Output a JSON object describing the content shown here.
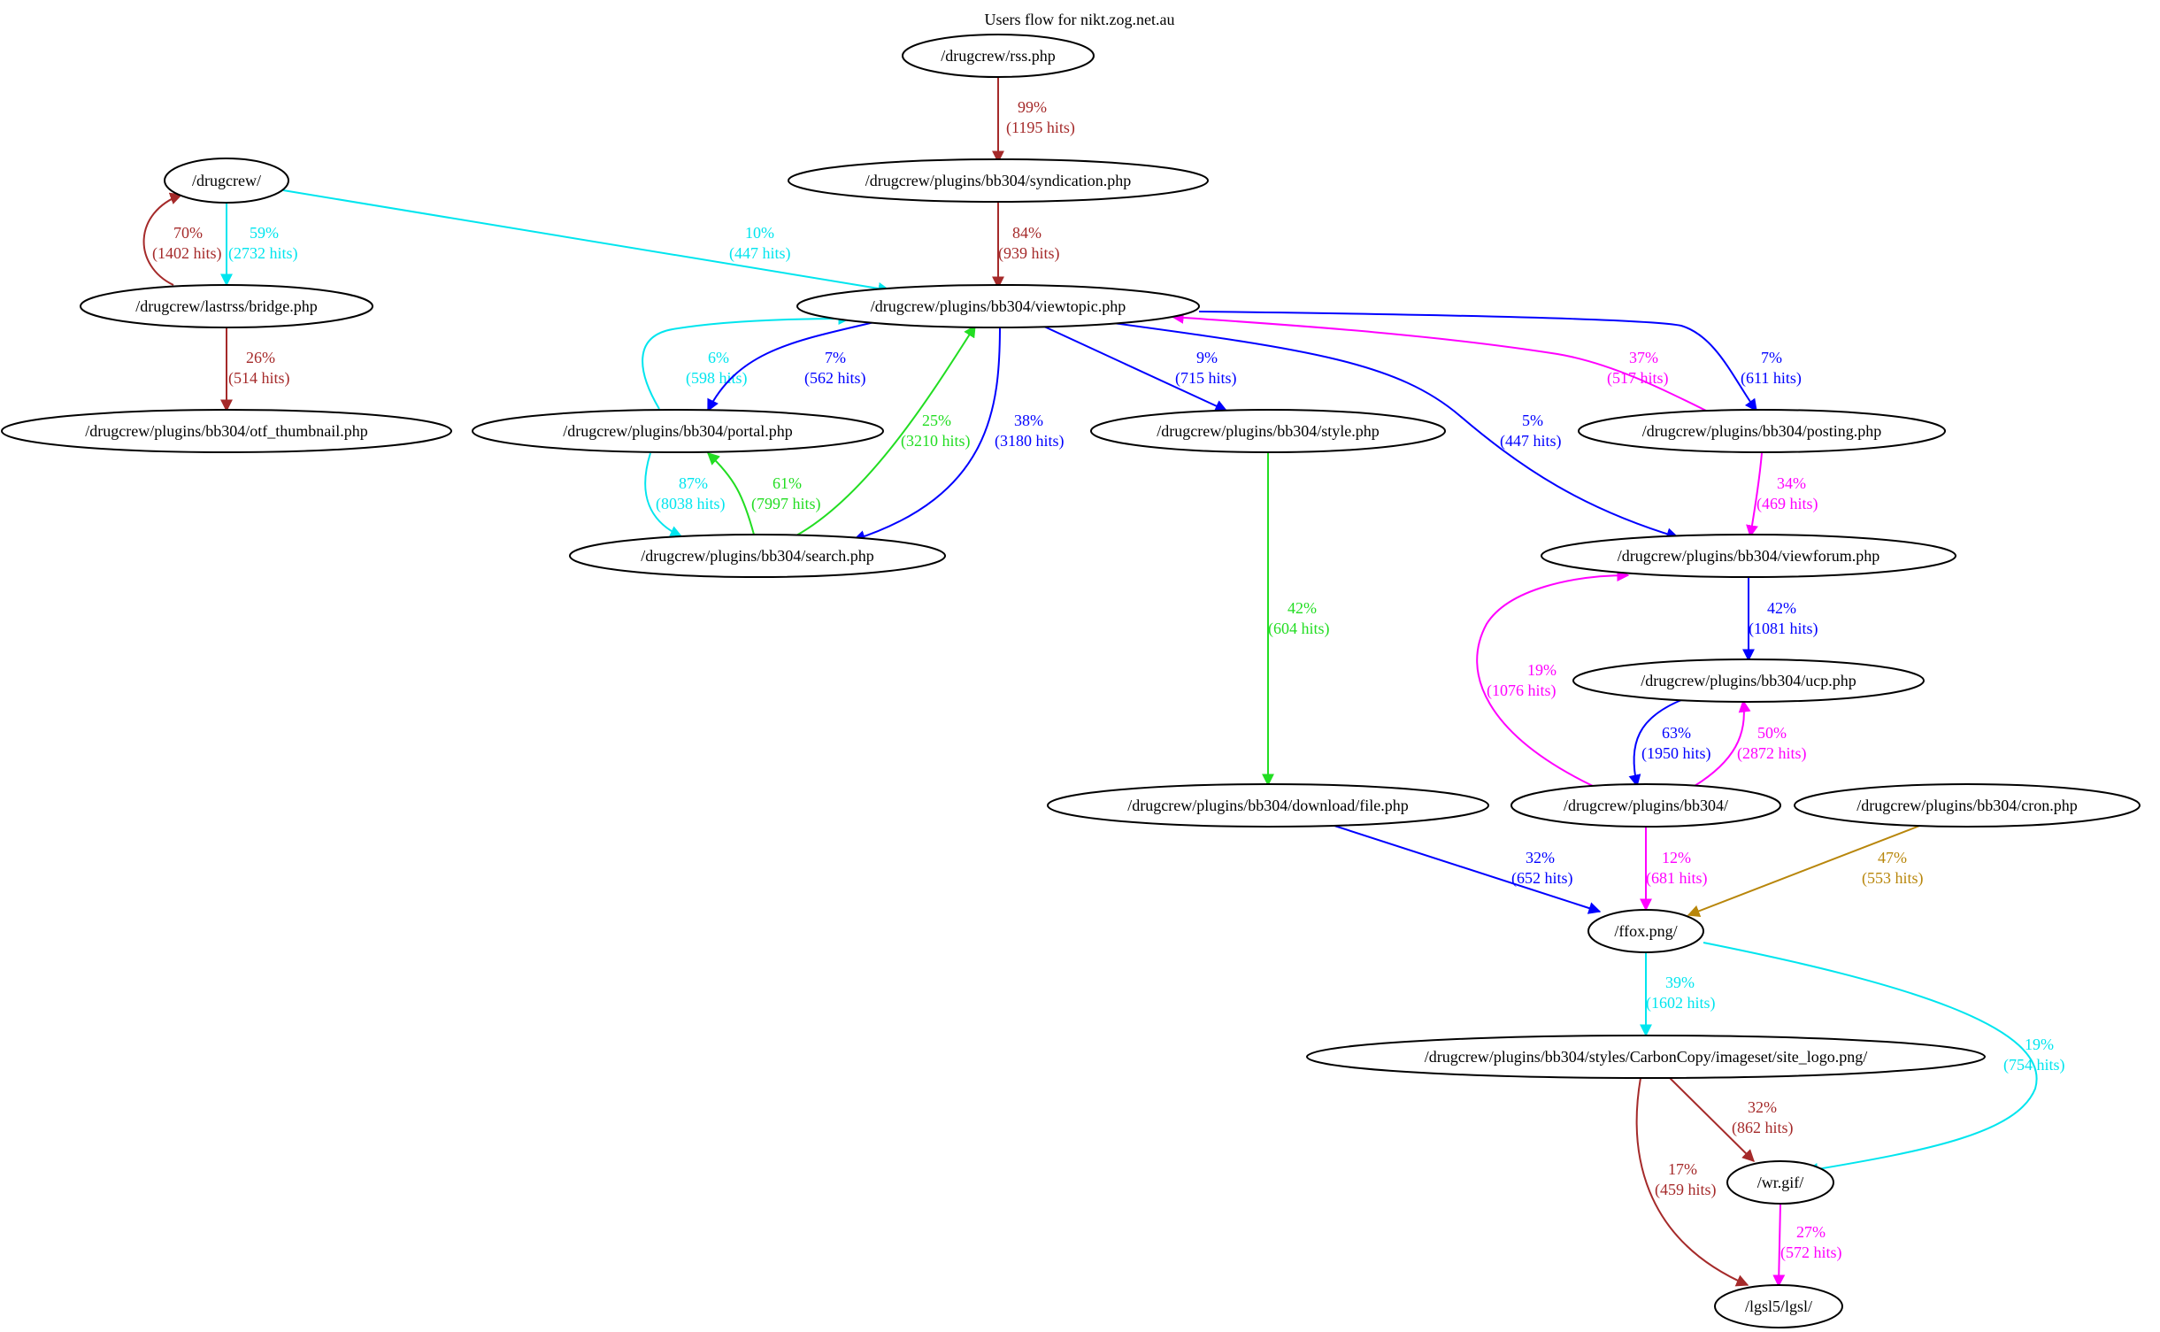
{
  "title": "Users flow for nikt.zog.net.au",
  "colors": {
    "brown": "#a52a2a",
    "cyan": "#00e5ee",
    "blue": "#0000ff",
    "green": "#22dd22",
    "magenta": "#ff00ff",
    "gold": "#b8860b"
  },
  "nodes": {
    "rss": "/drugcrew/rss.php",
    "syndication": "/drugcrew/plugins/bb304/syndication.php",
    "drugcrew": "/drugcrew/",
    "bridge": "/drugcrew/lastrss/bridge.php",
    "otf": "/drugcrew/plugins/bb304/otf_thumbnail.php",
    "viewtopic": "/drugcrew/plugins/bb304/viewtopic.php",
    "portal": "/drugcrew/plugins/bb304/portal.php",
    "search": "/drugcrew/plugins/bb304/search.php",
    "style": "/drugcrew/plugins/bb304/style.php",
    "posting": "/drugcrew/plugins/bb304/posting.php",
    "viewforum": "/drugcrew/plugins/bb304/viewforum.php",
    "ucp": "/drugcrew/plugins/bb304/ucp.php",
    "download": "/drugcrew/plugins/bb304/download/file.php",
    "bb304": "/drugcrew/plugins/bb304/",
    "cron": "/drugcrew/plugins/bb304/cron.php",
    "ffox": "/ffox.png/",
    "sitelogo": "/drugcrew/plugins/bb304/styles/CarbonCopy/imageset/site_logo.png/",
    "wrgif": "/wr.gif/",
    "lgsl": "/lgsl5/lgsl/"
  },
  "edges": {
    "rss_syndication": {
      "pct": "99%",
      "hits": "(1195 hits)",
      "color": "#a52a2a"
    },
    "syndication_viewtopic": {
      "pct": "84%",
      "hits": "(939 hits)",
      "color": "#a52a2a"
    },
    "bridge_drugcrew": {
      "pct": "70%",
      "hits": "(1402 hits)",
      "color": "#a52a2a"
    },
    "drugcrew_bridge": {
      "pct": "59%",
      "hits": "(2732 hits)",
      "color": "#00e5ee"
    },
    "drugcrew_viewtopic": {
      "pct": "10%",
      "hits": "(447 hits)",
      "color": "#00e5ee"
    },
    "bridge_otf": {
      "pct": "26%",
      "hits": "(514 hits)",
      "color": "#a52a2a"
    },
    "portal_viewtopic": {
      "pct": "6%",
      "hits": "(598 hits)",
      "color": "#00e5ee"
    },
    "viewtopic_portal": {
      "pct": "7%",
      "hits": "(562 hits)",
      "color": "#0000ff"
    },
    "search_viewtopic": {
      "pct": "25%",
      "hits": "(3210 hits)",
      "color": "#22dd22"
    },
    "viewtopic_search": {
      "pct": "38%",
      "hits": "(3180 hits)",
      "color": "#0000ff"
    },
    "viewtopic_style": {
      "pct": "9%",
      "hits": "(715 hits)",
      "color": "#0000ff"
    },
    "viewtopic_viewforum": {
      "pct": "5%",
      "hits": "(447 hits)",
      "color": "#0000ff"
    },
    "posting_viewtopic": {
      "pct": "37%",
      "hits": "(517 hits)",
      "color": "#ff00ff"
    },
    "viewtopic_posting": {
      "pct": "7%",
      "hits": "(611 hits)",
      "color": "#0000ff"
    },
    "portal_search": {
      "pct": "87%",
      "hits": "(8038 hits)",
      "color": "#00e5ee"
    },
    "search_portal": {
      "pct": "61%",
      "hits": "(7997 hits)",
      "color": "#22dd22"
    },
    "style_download": {
      "pct": "42%",
      "hits": "(604 hits)",
      "color": "#22dd22"
    },
    "posting_viewforum": {
      "pct": "34%",
      "hits": "(469 hits)",
      "color": "#ff00ff"
    },
    "viewforum_ucp": {
      "pct": "42%",
      "hits": "(1081 hits)",
      "color": "#0000ff"
    },
    "bb304_viewforum": {
      "pct": "19%",
      "hits": "(1076 hits)",
      "color": "#ff00ff"
    },
    "ucp_bb304": {
      "pct": "63%",
      "hits": "(1950 hits)",
      "color": "#0000ff"
    },
    "bb304_ucp": {
      "pct": "50%",
      "hits": "(2872 hits)",
      "color": "#ff00ff"
    },
    "download_ffox": {
      "pct": "32%",
      "hits": "(652 hits)",
      "color": "#0000ff"
    },
    "bb304_ffox": {
      "pct": "12%",
      "hits": "(681 hits)",
      "color": "#ff00ff"
    },
    "cron_ffox": {
      "pct": "47%",
      "hits": "(553 hits)",
      "color": "#b8860b"
    },
    "ffox_sitelogo": {
      "pct": "39%",
      "hits": "(1602 hits)",
      "color": "#00e5ee"
    },
    "ffox_wrgif": {
      "pct": "19%",
      "hits": "(754 hits)",
      "color": "#00e5ee"
    },
    "sitelogo_wrgif": {
      "pct": "32%",
      "hits": "(862 hits)",
      "color": "#a52a2a"
    },
    "sitelogo_lgsl": {
      "pct": "17%",
      "hits": "(459 hits)",
      "color": "#a52a2a"
    },
    "wrgif_lgsl": {
      "pct": "27%",
      "hits": "(572 hits)",
      "color": "#ff00ff"
    }
  }
}
